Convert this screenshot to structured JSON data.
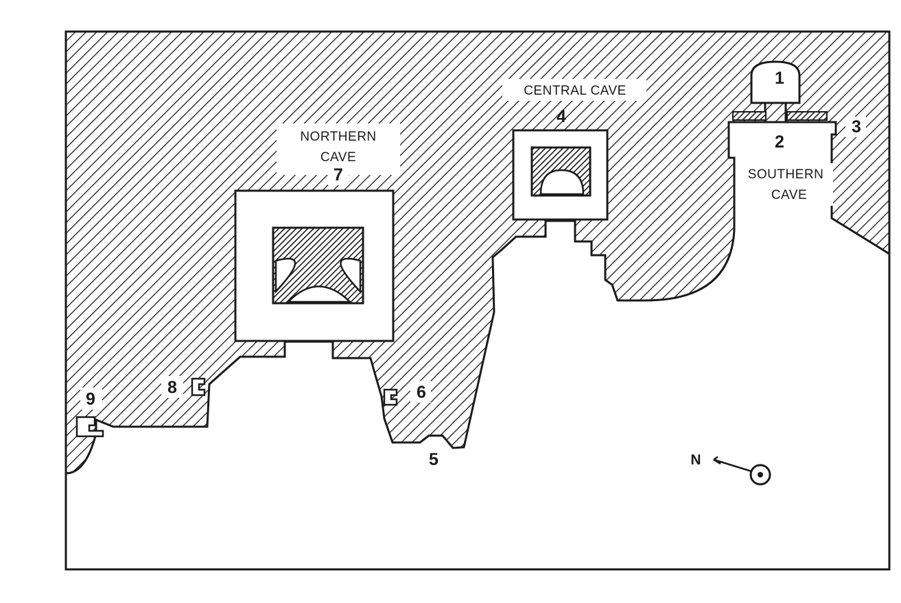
{
  "caves": {
    "northern": {
      "label_line1": "NORTHERN",
      "label_line2": "CAVE"
    },
    "central": {
      "label": "CENTRAL CAVE"
    },
    "southern": {
      "label_line1": "SOUTHERN",
      "label_line2": "CAVE"
    }
  },
  "numbers": {
    "n1": "1",
    "n2": "2",
    "n3": "3",
    "n4": "4",
    "n5": "5",
    "n6": "6",
    "n7": "7",
    "n8": "8",
    "n9": "9"
  },
  "compass": {
    "letter": "N"
  },
  "colors": {
    "ink": "#1a1a1a",
    "paper": "#ffffff"
  }
}
